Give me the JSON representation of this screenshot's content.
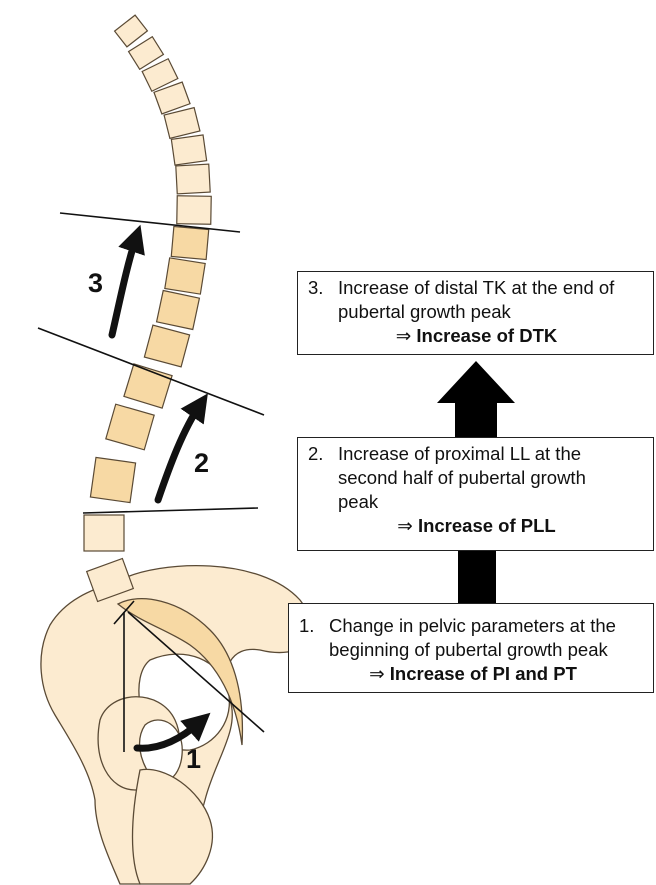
{
  "figure": {
    "step_labels": {
      "one": "1",
      "two": "2",
      "three": "3"
    },
    "colors": {
      "bone": "#fcebd0",
      "highlight": "#f7d9a4",
      "outline": "#5a4a35",
      "line": "#111111"
    }
  },
  "boxes": {
    "step3": {
      "number": "3.",
      "lines": [
        "Increase of distal TK at the end of",
        "pubertal growth peak"
      ],
      "arrow_symbol": "⇒",
      "result": "Increase of DTK"
    },
    "step2": {
      "number": "2.",
      "lines": [
        "Increase of proximal LL at the",
        "second half of pubertal growth",
        "peak"
      ],
      "arrow_symbol": "⇒",
      "result": "Increase of PLL"
    },
    "step1": {
      "number": "1.",
      "lines": [
        "Change in pelvic parameters at the",
        "beginning of pubertal growth peak"
      ],
      "arrow_symbol": "⇒",
      "result": "Increase of PI and PT"
    }
  }
}
